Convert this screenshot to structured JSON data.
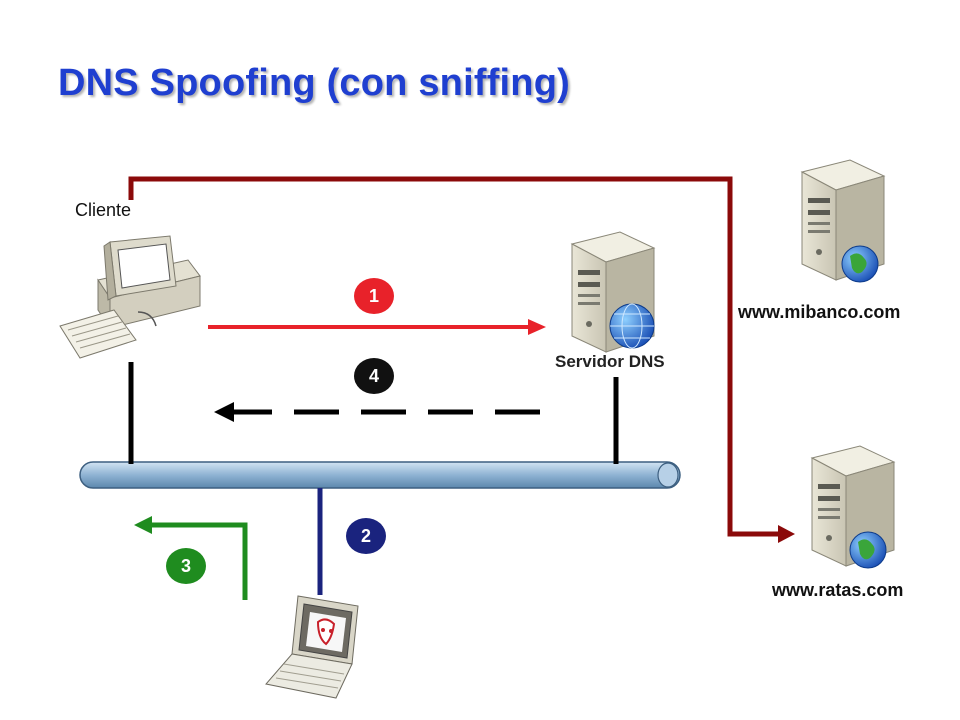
{
  "title": "DNS Spoofing (con sniffing)",
  "labels": {
    "client": "Cliente",
    "dns_server": "Servidor DNS",
    "bank_site": "www.mibanco.com",
    "fake_site": "www.ratas.com"
  },
  "steps": [
    {
      "number": "1",
      "color": "#e8222a"
    },
    {
      "number": "2",
      "color": "#1a237e"
    },
    {
      "number": "3",
      "color": "#1f8c1f"
    },
    {
      "number": "4",
      "color": "#111111"
    }
  ],
  "colors": {
    "title": "#1f3fd0",
    "redirect_arrow": "#8b0a0a",
    "request_arrow": "#e8222a",
    "sniff_line": "#1a237e",
    "spoof_arrow": "#1f8c1f",
    "response_arrow": "#111111",
    "network_bus": "#8fb3d3"
  },
  "icons": {
    "client": "desktop-computer-icon",
    "dns_server": "dns-server-icon",
    "bank_server": "web-server-icon",
    "fake_server": "web-server-icon",
    "attacker": "attacker-laptop-icon"
  }
}
